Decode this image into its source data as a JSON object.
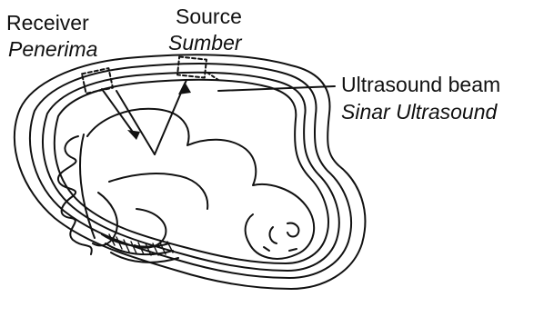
{
  "labels": {
    "receiver": {
      "english": "Receiver",
      "indonesian": "Penerima"
    },
    "source": {
      "english": "Source",
      "indonesian": "Sumber"
    },
    "beam": {
      "english": "Ultrasound beam",
      "indonesian": "Sinar Ultrasound"
    }
  },
  "colors": {
    "ink": "#111111",
    "background": "#ffffff"
  },
  "icons": [
    "receiver-icon",
    "source-icon",
    "uterus-diagram"
  ]
}
